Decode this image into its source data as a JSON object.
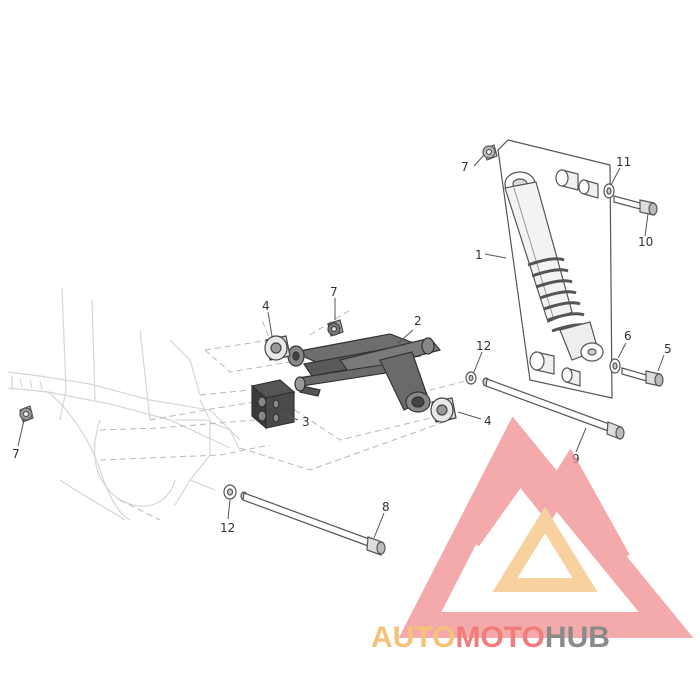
{
  "diagram": {
    "callouts": {
      "c1": "1",
      "c2": "2",
      "c3": "3",
      "c4a": "4",
      "c4b": "4",
      "c5": "5",
      "c6": "6",
      "c7a": "7",
      "c7b": "7",
      "c7c": "7",
      "c8": "8",
      "c9": "9",
      "c10": "10",
      "c11": "11",
      "c12a": "12",
      "c12b": "12"
    }
  },
  "watermark": {
    "part1": "AUTO",
    "part2": "MOTO",
    "part3": "HUB",
    "color_auto": "#f5c27a",
    "color_moto": "#f07c7c",
    "color_hub": "#8a8a8a"
  }
}
